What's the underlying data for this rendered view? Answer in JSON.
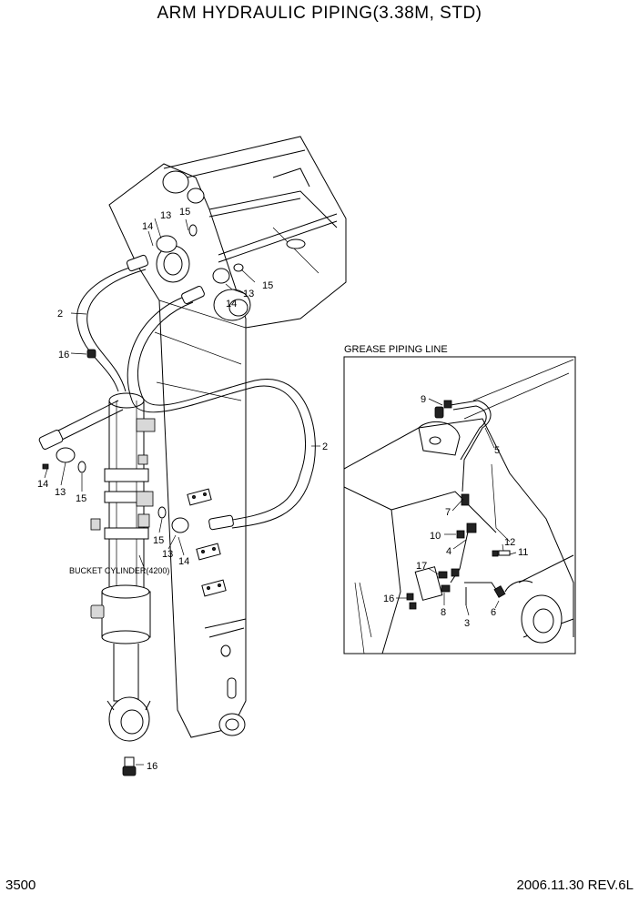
{
  "header": {
    "title": "ARM HYDRAULIC PIPING(3.38M, STD)"
  },
  "footer": {
    "page_number": "3500",
    "revision": "2006.11.30 REV.6L"
  },
  "callouts": {
    "c2a": "2",
    "c2b": "2",
    "c13a": "13",
    "c13b": "13",
    "c13c": "13",
    "c13d": "13",
    "c14a": "14",
    "c14b": "14",
    "c14c": "14",
    "c14d": "14",
    "c15a": "15",
    "c15b": "15",
    "c15c": "15",
    "c15d": "15",
    "c16a": "16",
    "c16b": "16"
  },
  "labels": {
    "bucket_cylinder": "BUCKET CYLINDER(4200)"
  },
  "grease_inset": {
    "title": "GREASE PIPING LINE",
    "callouts": {
      "c3": "3",
      "c4": "4",
      "c5": "5",
      "c6": "6",
      "c7": "7",
      "c8": "8",
      "c9": "9",
      "c10": "10",
      "c11": "11",
      "c12": "12",
      "c16": "16",
      "c17": "17"
    }
  }
}
